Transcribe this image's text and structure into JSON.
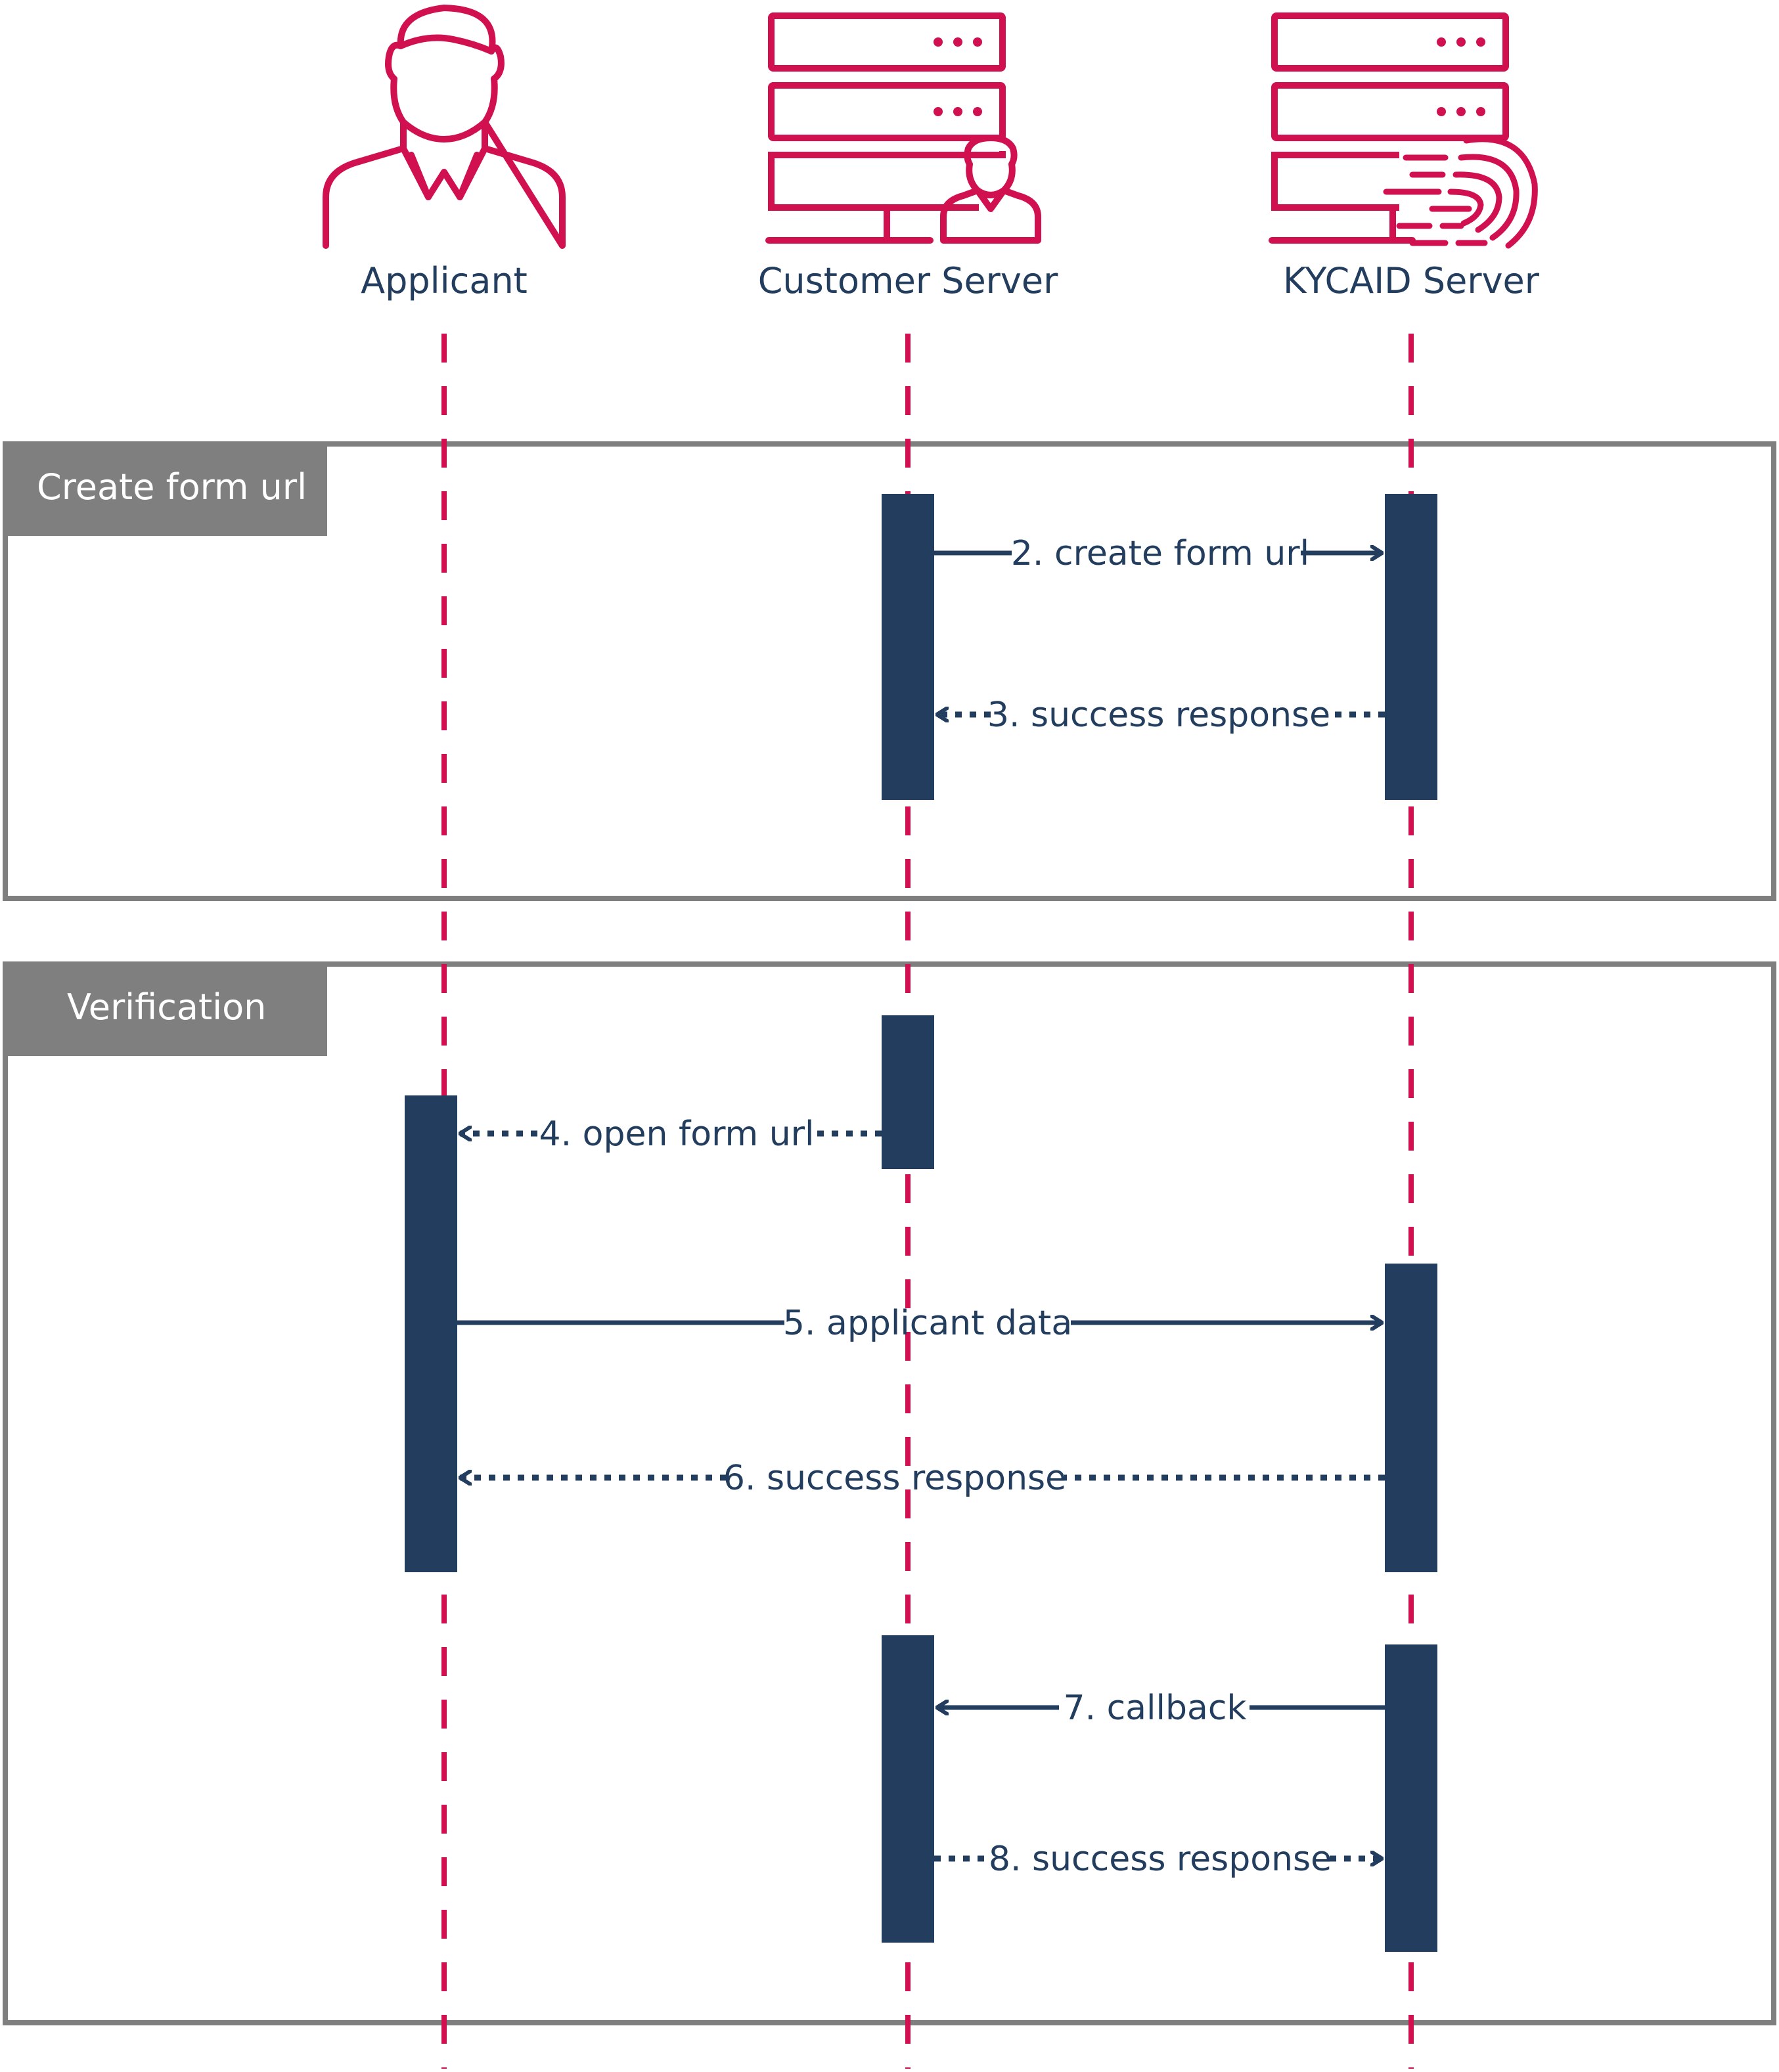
{
  "colors": {
    "accent": "#d0104f",
    "navy": "#223d5e",
    "frame": "#7f7f7f",
    "frame_tab": "#7f7f7f"
  },
  "actors": [
    {
      "id": "applicant",
      "label": "Applicant",
      "icon": "person-icon"
    },
    {
      "id": "customer",
      "label": "Customer Server",
      "icon": "server-with-user-icon"
    },
    {
      "id": "kycaid",
      "label": "KYCAID Server",
      "icon": "server-with-fingerprint-icon"
    }
  ],
  "frames": [
    {
      "title": "Create form url"
    },
    {
      "title": "Verification"
    }
  ],
  "messages": [
    {
      "label": "2. create form url",
      "from": "customer",
      "to": "kycaid",
      "style": "solid"
    },
    {
      "label": "3. success response",
      "from": "kycaid",
      "to": "customer",
      "style": "dotted"
    },
    {
      "label": "4. open form url",
      "from": "customer",
      "to": "applicant",
      "style": "dotted"
    },
    {
      "label": "5. applicant data",
      "from": "applicant",
      "to": "kycaid",
      "style": "solid"
    },
    {
      "label": "6. success response",
      "from": "kycaid",
      "to": "applicant",
      "style": "dotted"
    },
    {
      "label": "7. callback",
      "from": "kycaid",
      "to": "customer",
      "style": "solid"
    },
    {
      "label": "8. success response",
      "from": "customer",
      "to": "kycaid",
      "style": "dotted"
    }
  ]
}
